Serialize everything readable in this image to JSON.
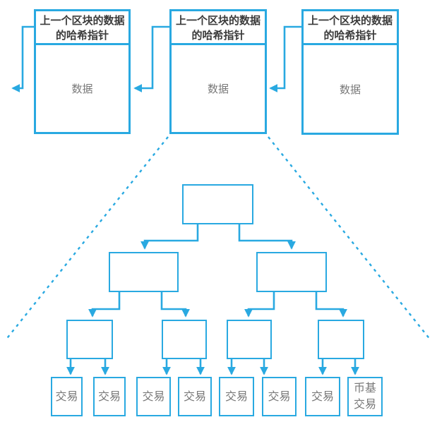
{
  "diagram": {
    "title": "blockchain-with-merkle-tree",
    "colors": {
      "line_blue": "#29a9e1",
      "header_text": "#3a3a3a",
      "muted_text": "#787878"
    },
    "blocks": [
      {
        "header_line1": "上一个区块的数据",
        "header_line2": "的哈希指针",
        "body": "数据"
      },
      {
        "header_line1": "上一个区块的数据",
        "header_line2": "的哈希指针",
        "body": "数据"
      },
      {
        "header_line1": "上一个区块的数据",
        "header_line2": "的哈希指针",
        "body": "数据"
      }
    ],
    "tree": {
      "leaves": [
        {
          "line1": "交易",
          "line2": ""
        },
        {
          "line1": "交易",
          "line2": ""
        },
        {
          "line1": "交易",
          "line2": ""
        },
        {
          "line1": "交易",
          "line2": ""
        },
        {
          "line1": "交易",
          "line2": ""
        },
        {
          "line1": "交易",
          "line2": ""
        },
        {
          "line1": "交易",
          "line2": ""
        },
        {
          "line1": "币基",
          "line2": "交易"
        }
      ]
    }
  }
}
